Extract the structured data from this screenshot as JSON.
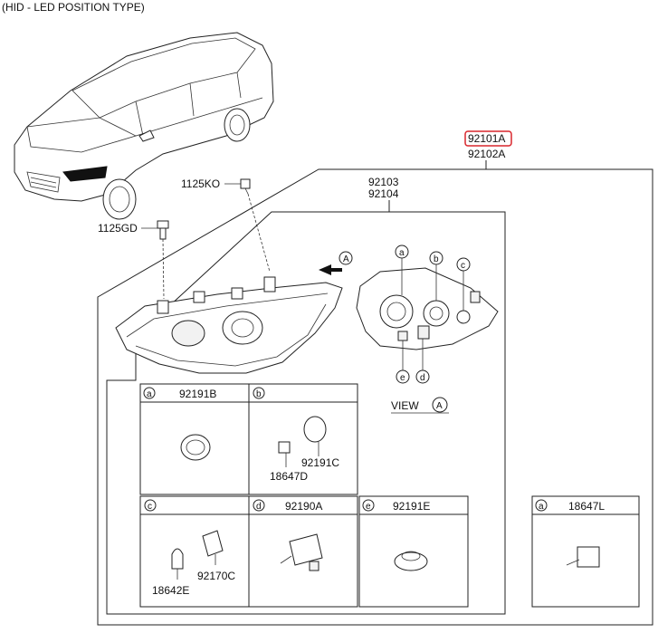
{
  "header": {
    "title": "(HID - LED POSITION TYPE)"
  },
  "assembly": {
    "part_highlight": "92101A",
    "part_second": "92102A",
    "housing_top": "92103",
    "housing_bottom": "92104"
  },
  "fasteners": {
    "bolt_upper": "1125KO",
    "bolt_lower": "1125GD"
  },
  "view": {
    "label": "VIEW",
    "arrow_letter": "A",
    "callouts": [
      "a",
      "b",
      "c",
      "e",
      "d"
    ]
  },
  "components": [
    {
      "letter": "a",
      "part": "92191B",
      "sub_parts": []
    },
    {
      "letter": "b",
      "part": "",
      "sub_parts": [
        "92191C",
        "18647D"
      ]
    },
    {
      "letter": "c",
      "part": "",
      "sub_parts": [
        "92170C",
        "18642E"
      ]
    },
    {
      "letter": "d",
      "part": "92190A",
      "sub_parts": []
    },
    {
      "letter": "e",
      "part": "92191E",
      "sub_parts": []
    },
    {
      "letter": "a",
      "part": "18647L",
      "sub_parts": []
    }
  ],
  "colors": {
    "highlight": "#d9262c",
    "line": "#222222"
  }
}
